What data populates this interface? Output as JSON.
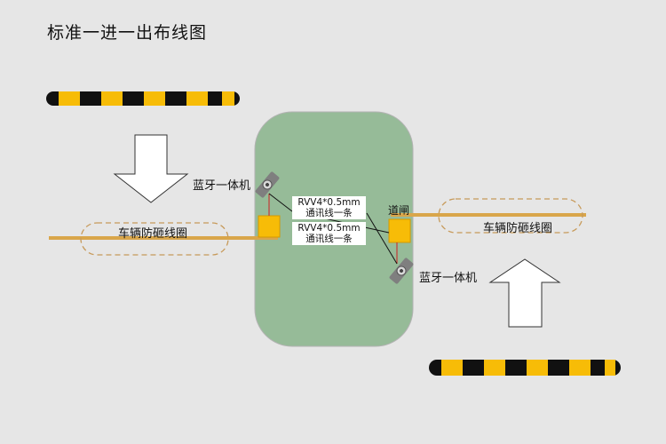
{
  "title": "标准一进一出布线图",
  "labels": {
    "bluetooth_top": "蓝牙一体机",
    "bluetooth_bottom": "蓝牙一体机",
    "gate": "道闸",
    "loop_left": "车辆防砸线圈",
    "loop_right": "车辆防砸线圈"
  },
  "cables": [
    {
      "spec": "RVV4*0.5mm",
      "desc": "通讯线一条"
    },
    {
      "spec": "RVV4*0.5mm",
      "desc": "通讯线一条"
    }
  ],
  "colors": {
    "island": "#96bb98",
    "barrier_yellow": "#f7bc07",
    "barrier_black": "#111111",
    "device_yellow": "#f7bc07",
    "loop_wire": "#d9a64a",
    "loop_dash": "#c79a5a",
    "link_red": "#cc2222",
    "device_gray": "#7f7f7f"
  }
}
